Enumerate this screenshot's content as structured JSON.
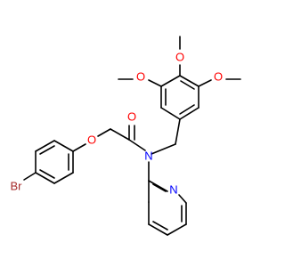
{
  "colors": {
    "bond": "#000000",
    "oxygen": "#ff0000",
    "nitrogen": "#0000ff",
    "bromine": "#a52a2a",
    "background": "#ffffff"
  },
  "labels": {
    "br": "Br",
    "o_ether": "O",
    "o_carbonyl": "O",
    "n_amide": "N",
    "n_pyridine": "N",
    "o_methoxy_left": "O",
    "o_methoxy_top": "O",
    "o_methoxy_right": "O"
  }
}
